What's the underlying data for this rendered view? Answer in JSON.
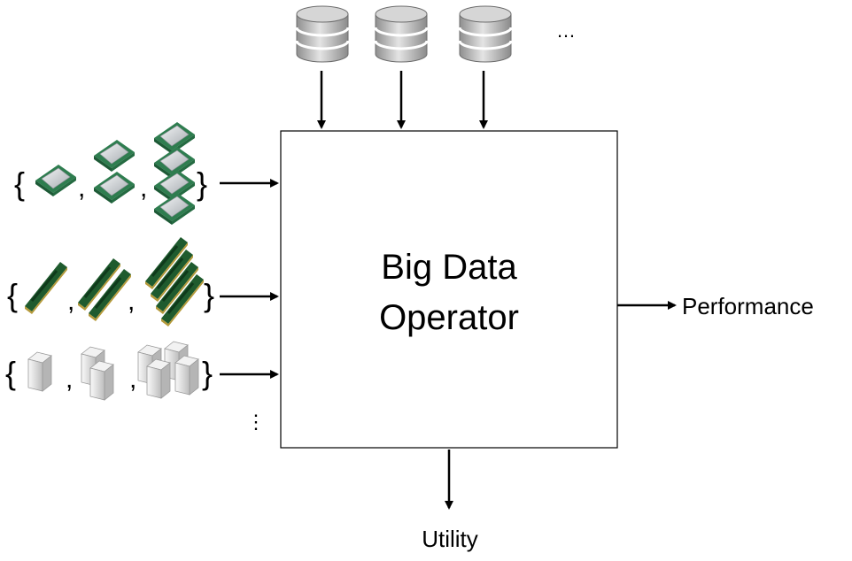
{
  "operator": {
    "title_line1": "Big Data",
    "title_line2": "Operator"
  },
  "outputs": {
    "performance": "Performance",
    "utility": "Utility"
  },
  "data_sources": {
    "icon": "database-icon",
    "count_shown": 3,
    "more": "…"
  },
  "resources": {
    "more_vertical": "⋮",
    "rows": [
      {
        "icon": "cpu-chip-icon",
        "option_counts": [
          1,
          2,
          4
        ]
      },
      {
        "icon": "ram-module-icon",
        "option_counts": [
          1,
          2,
          4
        ]
      },
      {
        "icon": "server-icon",
        "option_counts": [
          1,
          2,
          4
        ]
      }
    ],
    "brace_open": "{",
    "brace_close": "}",
    "separator": ","
  },
  "colors": {
    "box_stroke": "#000000",
    "arrow": "#000000",
    "chip_green": "#2e7d4f",
    "chip_silver": "#c8ccd0",
    "ram_green": "#1f5b2e",
    "ram_gold": "#b59a3a",
    "server_gray": "#d9d9d9",
    "db_gray": "#b8b8b8"
  }
}
